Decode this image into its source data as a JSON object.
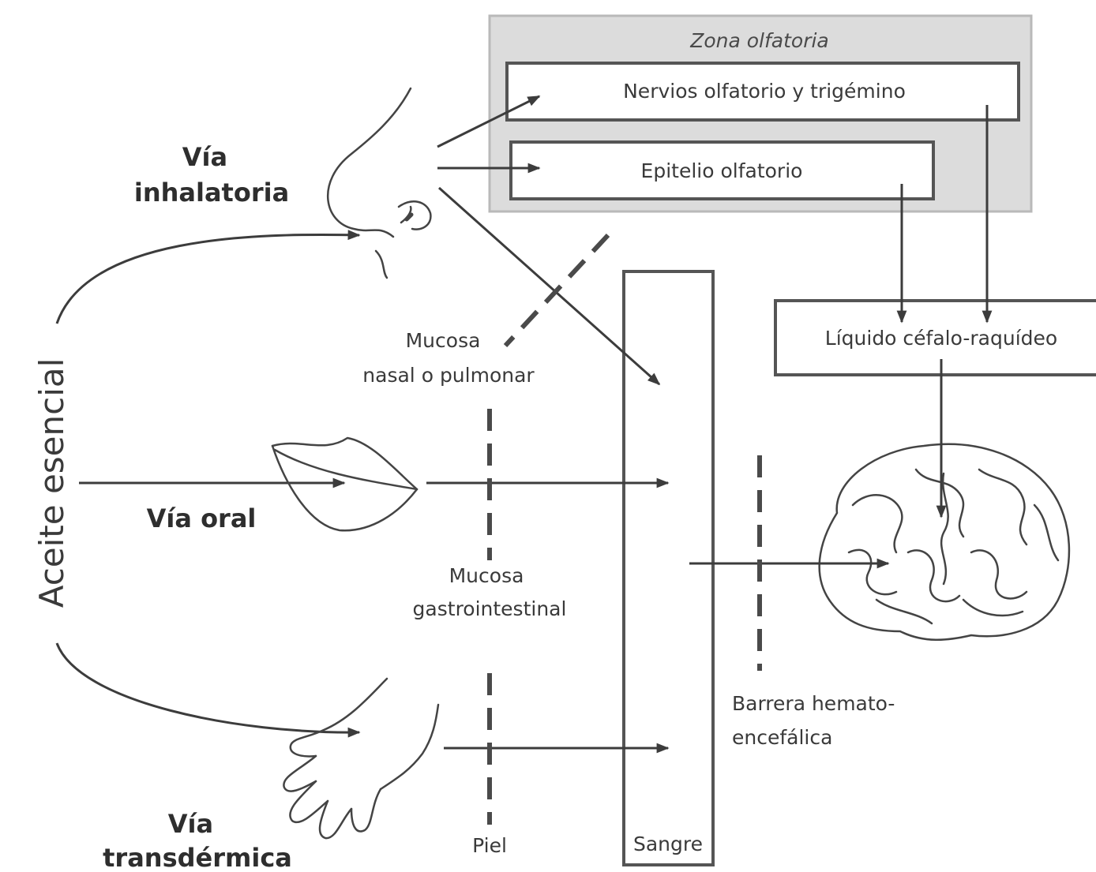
{
  "zone": {
    "title": "Zona olfatoria",
    "nerves": "Nervios olfatorio y trigémino",
    "epithelium": "Epitelio olfatorio"
  },
  "csf": "Líquido céfalo-raquídeo",
  "routes": {
    "inhalation": [
      "Vía",
      "inhalatoria"
    ],
    "oral": "Vía oral",
    "transdermal": [
      "Vía",
      "transdérmica"
    ]
  },
  "source": "Aceite esencial",
  "barriers": {
    "nasal": [
      "Mucosa",
      "nasal o pulmonar"
    ],
    "gastro": [
      "Mucosa",
      "gastrointestinal"
    ],
    "skin": "Piel",
    "blood": "Sangre",
    "bbb": [
      "Barrera hemato-",
      "encefálica"
    ]
  }
}
